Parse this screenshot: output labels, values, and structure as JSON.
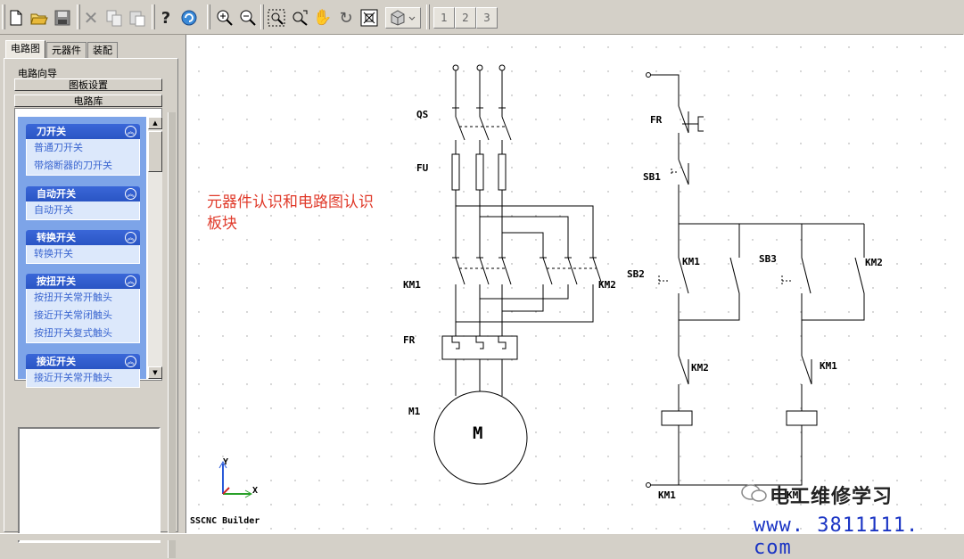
{
  "toolbar": {
    "icons": [
      "new-file-icon",
      "open-folder-icon",
      "save-icon",
      "delete-icon",
      "copy-icon",
      "paste-icon",
      "help-icon",
      "refresh-icon",
      "zoom-in-icon",
      "zoom-out-icon",
      "zoom-area-icon",
      "zoom-fit-icon",
      "pan-icon",
      "rotate-icon",
      "fit-window-icon",
      "component-icon"
    ],
    "pages": [
      "1",
      "2",
      "3"
    ]
  },
  "left_panel": {
    "tabs": [
      "电路图",
      "元器件",
      "装配"
    ],
    "wizard_label": "电路向导",
    "board_settings": "图板设置",
    "circuit_library": "电路库",
    "groups": [
      {
        "title": "刀开关",
        "items": [
          "普通刀开关",
          "带熔断器的刀开关"
        ]
      },
      {
        "title": "自动开关",
        "items": [
          "自动开关"
        ]
      },
      {
        "title": "转换开关",
        "items": [
          "转换开关"
        ]
      },
      {
        "title": "按扭开关",
        "items": [
          "按扭开关常开触头",
          "接近开关常闭触头",
          "按扭开关复式触头"
        ]
      },
      {
        "title": "接近开关",
        "items": [
          "接近开关常开触头"
        ]
      }
    ]
  },
  "canvas": {
    "annotation_line1": "元器件认识和电路图认识",
    "annotation_line2": "板块",
    "footer": "SSCNC Builder",
    "axis_y": "Y",
    "axis_x": "X",
    "labels": {
      "qs": "QS",
      "fu": "FU",
      "km1_main": "KM1",
      "km2_main": "KM2",
      "fr_main": "FR",
      "m1": "M1",
      "motor": "M",
      "fr_ctrl": "FR",
      "sb1": "SB1",
      "sb2": "SB2",
      "km1_hold": "KM1",
      "sb3": "SB3",
      "km2_hold": "KM2",
      "km2_interlock": "KM2",
      "km1_interlock": "KM1",
      "km1_coil": "KM1",
      "km2_coil": "KM"
    },
    "watermark_text": "电工维修学习",
    "watermark_url": "www. 3811111. com"
  }
}
